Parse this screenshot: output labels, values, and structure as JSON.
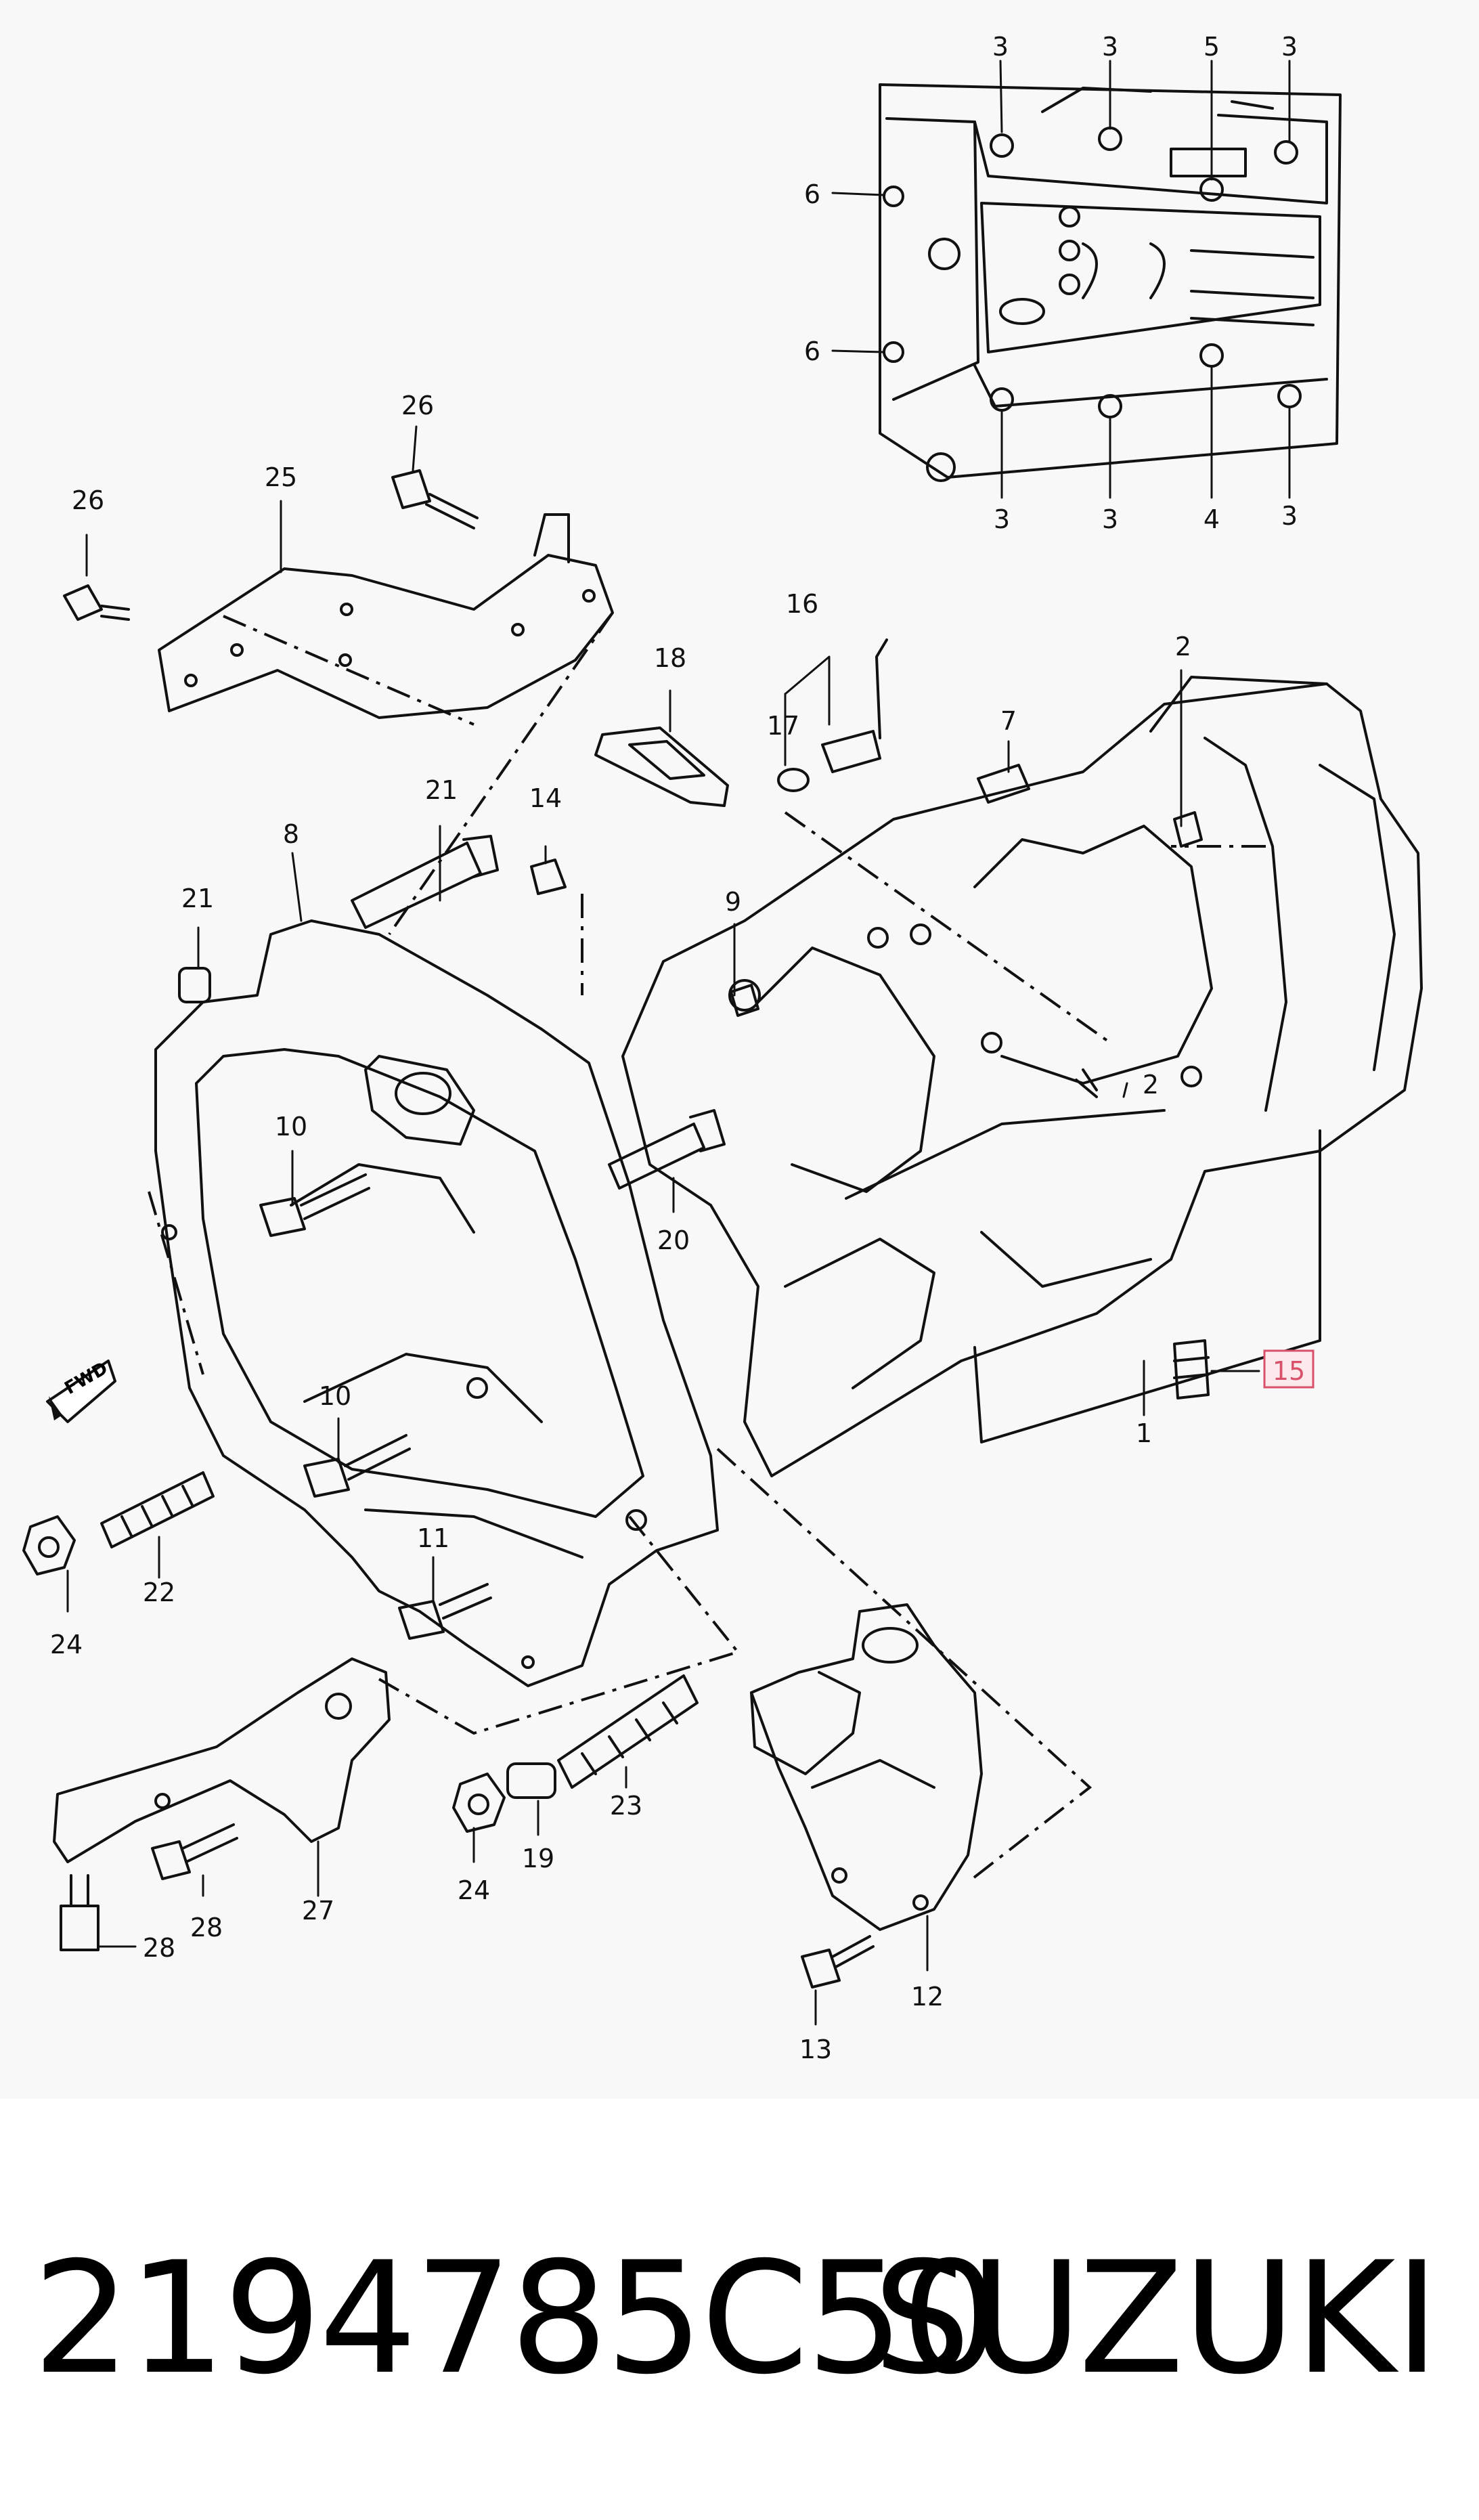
{
  "diagram": {
    "inset_callouts": {
      "top": [
        "3",
        "3",
        "5",
        "3"
      ],
      "left": [
        "6",
        "6"
      ],
      "bottom": [
        "3",
        "3",
        "4",
        "3"
      ]
    },
    "callouts": [
      "26",
      "25",
      "26",
      "18",
      "16",
      "17",
      "2",
      "7",
      "21",
      "14",
      "8",
      "21",
      "9",
      "2",
      "10",
      "20",
      "10",
      "15",
      "1",
      "22",
      "24",
      "11",
      "23",
      "24",
      "19",
      "27",
      "28",
      "28",
      "12",
      "13"
    ],
    "highlighted_callout": "15",
    "direction_badge": "FWD",
    "highlight_color": "#d9506a"
  },
  "footer": {
    "part_number": "2194785C50",
    "brand": "SUZUKI"
  }
}
